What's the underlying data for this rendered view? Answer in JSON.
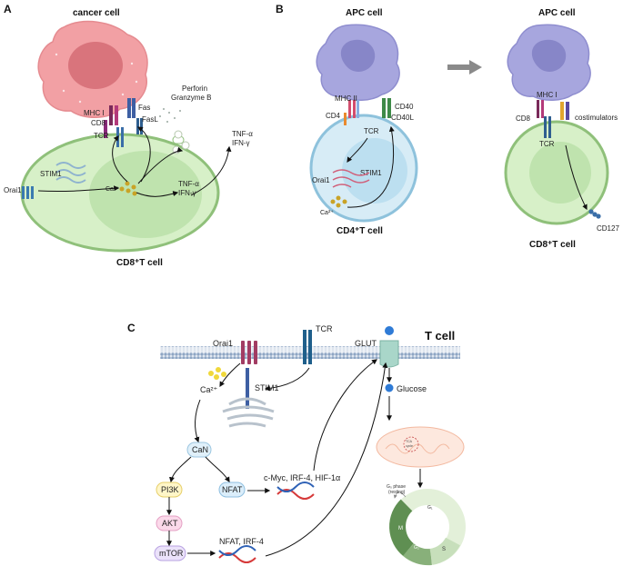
{
  "panels": {
    "a": "A",
    "b": "B",
    "c": "C"
  },
  "panel_a": {
    "cancer_cell": "cancer cell",
    "cd8_t_cell": "CD8⁺T cell",
    "mhc1": "MHC I",
    "cd8": "CD8",
    "tcr": "TCR",
    "fas": "Fas",
    "fasl": "FasL",
    "perforin": "Perforin",
    "granzyme": "Granzyme B",
    "tnf_out_1": "TNF-α",
    "tnf_out_2": "IFN-γ",
    "stim1": "STIM1",
    "orai1": "Orai1",
    "ca": "Ca²⁺",
    "tnf_in_1": "TNF-α",
    "tnf_in_2": "IFN-γ"
  },
  "panel_b": {
    "apc_left": "APC cell",
    "apc_right": "APC cell",
    "mhc2": "MHC II",
    "cd4": "CD4",
    "cd40": "CD40",
    "cd40l": "CD40L",
    "tcr_left": "TCR",
    "stim1": "STIM1",
    "orai1": "Orai1",
    "ca": "Ca²⁺",
    "cd4_t_cell": "CD4⁺T cell",
    "mhc1": "MHC I",
    "cd8": "CD8",
    "tcr_right": "TCR",
    "costimulators": "costimulators",
    "cd127": "CD127",
    "cd8_t_cell": "CD8⁺T cell"
  },
  "panel_c": {
    "t_cell": "T cell",
    "orai1": "Orai1",
    "tcr": "TCR",
    "glut": "GLUT",
    "glucose": "Glucose",
    "stim1": "STIM1",
    "ca": "Ca²⁺",
    "can": "CaN",
    "pi3k": "PI3K",
    "akt": "AKT",
    "mtor": "mTOR",
    "nfat": "NFAT",
    "myc_text": "c-Myc, IRF-4, HIF-1α",
    "nfat_irf_text": "NFAT, IRF-4",
    "tca_1": "TCA",
    "tca_2": "cycle",
    "g0_1": "G₀ phase",
    "g0_2": "(resting)",
    "g1": "G₁",
    "s": "S",
    "g2": "G₂",
    "m": "M"
  },
  "colors": {
    "cancer": "#f2a0a4",
    "cancer_nucleus": "#d9747c",
    "apc": "#a7a6de",
    "apc_nucleus": "#8786c8",
    "t_cell": "#d7f0c8",
    "t_cell_border": "#8fc07a",
    "cd4_cell": "#d7ecf6",
    "cd4_border": "#8ec2dc",
    "membrane": "#c9d6e6",
    "glucose": "#2f7bd6",
    "mito": "#f6c9b6",
    "dna_red": "#d63a3a",
    "dna_blue": "#2f62b6"
  },
  "icons": [
    "membrane-icon",
    "glut-icon",
    "dna-icon",
    "mitochondrion-icon",
    "er-icon",
    "cell-cycle-icon"
  ]
}
